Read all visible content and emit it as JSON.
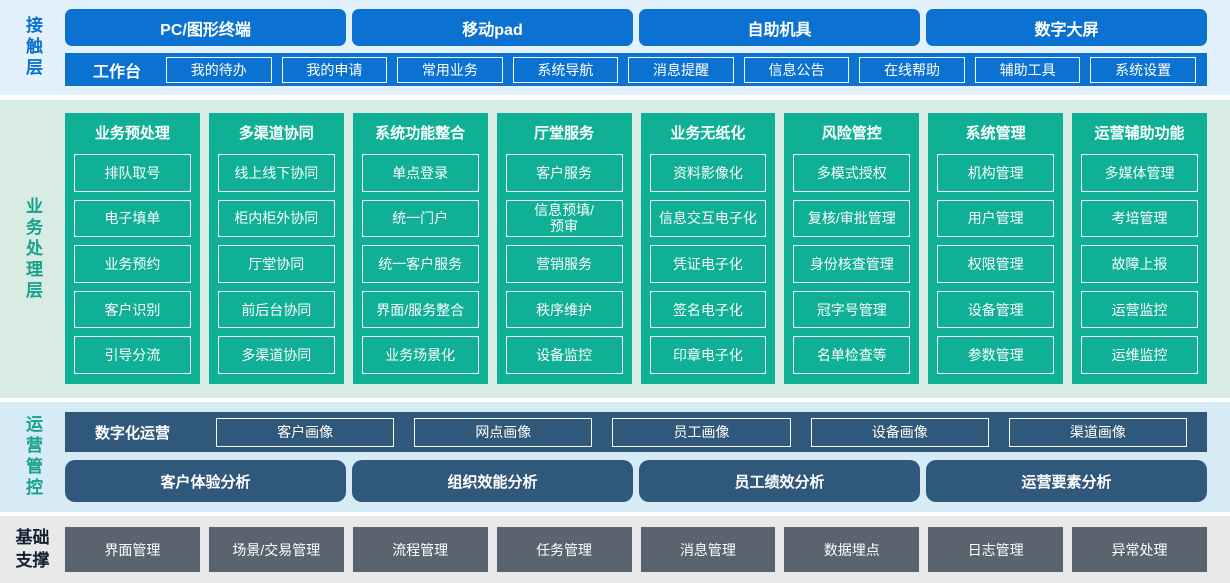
{
  "contact": {
    "label": "接触层",
    "terminals": [
      "PC/图形终端",
      "移动pad",
      "自助机具",
      "数字大屏"
    ],
    "workbench": {
      "label": "工作台",
      "items": [
        "我的待办",
        "我的申请",
        "常用业务",
        "系统导航",
        "消息提醒",
        "信息公告",
        "在线帮助",
        "辅助工具",
        "系统设置"
      ]
    }
  },
  "business": {
    "label": "业务处理层",
    "columns": [
      {
        "title": "业务预处理",
        "items": [
          "排队取号",
          "电子填单",
          "业务预约",
          "客户识别",
          "引导分流"
        ]
      },
      {
        "title": "多渠道协同",
        "items": [
          "线上线下协同",
          "柜内柜外协同",
          "厅堂协同",
          "前后台协同",
          "多渠道协同"
        ]
      },
      {
        "title": "系统功能整合",
        "items": [
          "单点登录",
          "统一门户",
          "统一客户服务",
          "界面/服务整合",
          "业务场景化"
        ]
      },
      {
        "title": "厅堂服务",
        "items": [
          "客户服务",
          "信息预填/\n预审",
          "营销服务",
          "秩序维护",
          "设备监控"
        ]
      },
      {
        "title": "业务无纸化",
        "items": [
          "资料影像化",
          "信息交互电子化",
          "凭证电子化",
          "签名电子化",
          "印章电子化"
        ]
      },
      {
        "title": "风险管控",
        "items": [
          "多模式授权",
          "复核/审批管理",
          "身份核查管理",
          "冠字号管理",
          "名单检查等"
        ]
      },
      {
        "title": "系统管理",
        "items": [
          "机构管理",
          "用户管理",
          "权限管理",
          "设备管理",
          "参数管理"
        ]
      },
      {
        "title": "运营辅助功能",
        "items": [
          "多媒体管理",
          "考培管理",
          "故障上报",
          "运营监控",
          "运维监控"
        ]
      }
    ]
  },
  "operations": {
    "label": "运营管控",
    "digital": {
      "label": "数字化运营",
      "items": [
        "客户画像",
        "网点画像",
        "员工画像",
        "设备画像",
        "渠道画像"
      ]
    },
    "analysis": [
      "客户体验分析",
      "组织效能分析",
      "员工绩效分析",
      "运营要素分析"
    ]
  },
  "foundation": {
    "label": "基础支撑",
    "items": [
      "界面管理",
      "场景/交易管理",
      "流程管理",
      "任务管理",
      "消息管理",
      "数据埋点",
      "日志管理",
      "异常处理"
    ]
  },
  "colors": {
    "primary_blue": "#0b72d2",
    "teal": "#0fb095",
    "slate_blue": "#30587a",
    "gray": "#59646e",
    "band_contact": "#e2f1fb",
    "band_business": "#d8ece4",
    "band_operations": "#d7ebf6",
    "band_foundation": "#e7e9ea"
  }
}
